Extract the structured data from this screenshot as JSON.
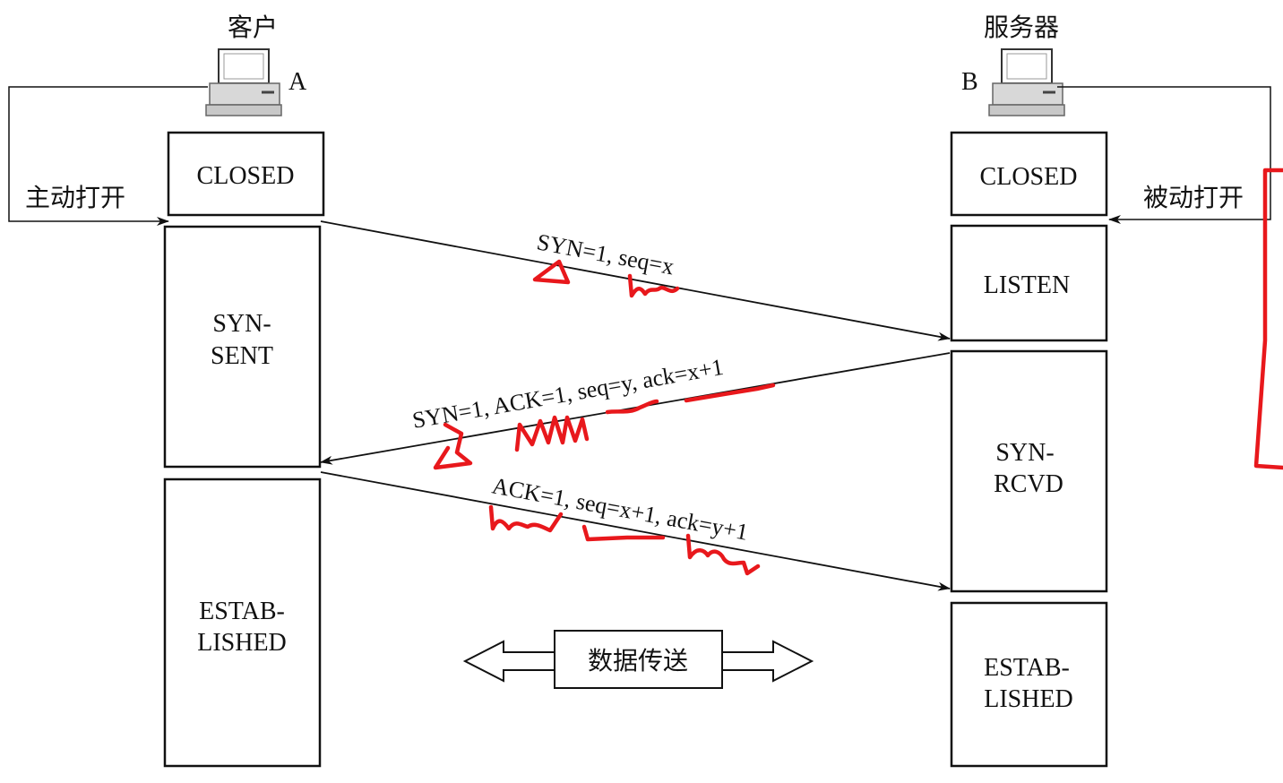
{
  "client": {
    "title": "客户",
    "letter": "A",
    "open_label": "主动打开",
    "states": {
      "closed": "CLOSED",
      "syn_sent_1": "SYN-",
      "syn_sent_2": "SENT",
      "established_1": "ESTAB-",
      "established_2": "LISHED"
    }
  },
  "server": {
    "title": "服务器",
    "letter": "B",
    "open_label": "被动打开",
    "states": {
      "closed": "CLOSED",
      "listen": "LISTEN",
      "syn_rcvd_1": "SYN-",
      "syn_rcvd_2": "RCVD",
      "established_1": "ESTAB-",
      "established_2": "LISHED"
    }
  },
  "messages": {
    "syn": "SYN=1, seq=x",
    "syn_ack": "SYN=1, ACK=1, seq=y, ack=x+1",
    "ack": "ACK=1, seq=x+1, ack=y+1"
  },
  "data_transfer": "数据传送",
  "colors": {
    "line": "#111111",
    "annotation": "#e8181c",
    "computer_body": "#d8d8d8",
    "computer_dark": "#7a7a7a"
  }
}
